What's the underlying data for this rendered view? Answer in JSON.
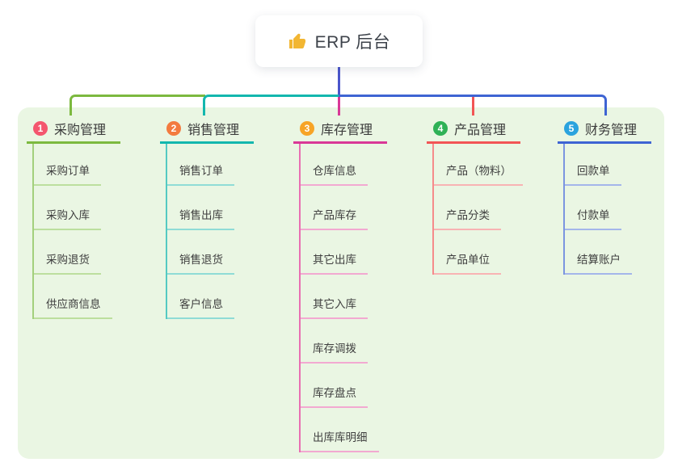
{
  "root": {
    "title": "ERP 后台",
    "icon": "thumbs-up",
    "icon_color": "#f2b632",
    "line_color": "#4a55cb"
  },
  "panel_bg": "#eaf6e3",
  "branches": [
    {
      "number": "1",
      "label": "采购管理",
      "badge_color": "#f4566e",
      "line_color": "#7cb93f",
      "child_vert_color": "#a3d07c",
      "child_line_color": "#bcdf9e",
      "children": [
        "采购订单",
        "采购入库",
        "采购退货",
        "供应商信息"
      ]
    },
    {
      "number": "2",
      "label": "销售管理",
      "badge_color": "#f37b3f",
      "line_color": "#13b7ae",
      "child_vert_color": "#55cac2",
      "child_line_color": "#8fdcd6",
      "children": [
        "销售订单",
        "销售出库",
        "销售退货",
        "客户信息"
      ]
    },
    {
      "number": "3",
      "label": "库存管理",
      "badge_color": "#f7a426",
      "line_color": "#d93897",
      "child_vert_color": "#e96fb2",
      "child_line_color": "#f2a9d1",
      "children": [
        "仓库信息",
        "产品库存",
        "其它出库",
        "其它入库",
        "库存调拨",
        "库存盘点",
        "出库库明细"
      ]
    },
    {
      "number": "4",
      "label": "产品管理",
      "badge_color": "#2fb156",
      "line_color": "#f25555",
      "child_vert_color": "#f58b8b",
      "child_line_color": "#f8b3b3",
      "children": [
        "产品（物料）",
        "产品分类",
        "产品单位"
      ]
    },
    {
      "number": "5",
      "label": "财务管理",
      "badge_color": "#2aa3de",
      "line_color": "#3e64d3",
      "child_vert_color": "#7b95e0",
      "child_line_color": "#a4b6ea",
      "children": [
        "回款单",
        "付款单",
        "结算账户"
      ]
    }
  ]
}
